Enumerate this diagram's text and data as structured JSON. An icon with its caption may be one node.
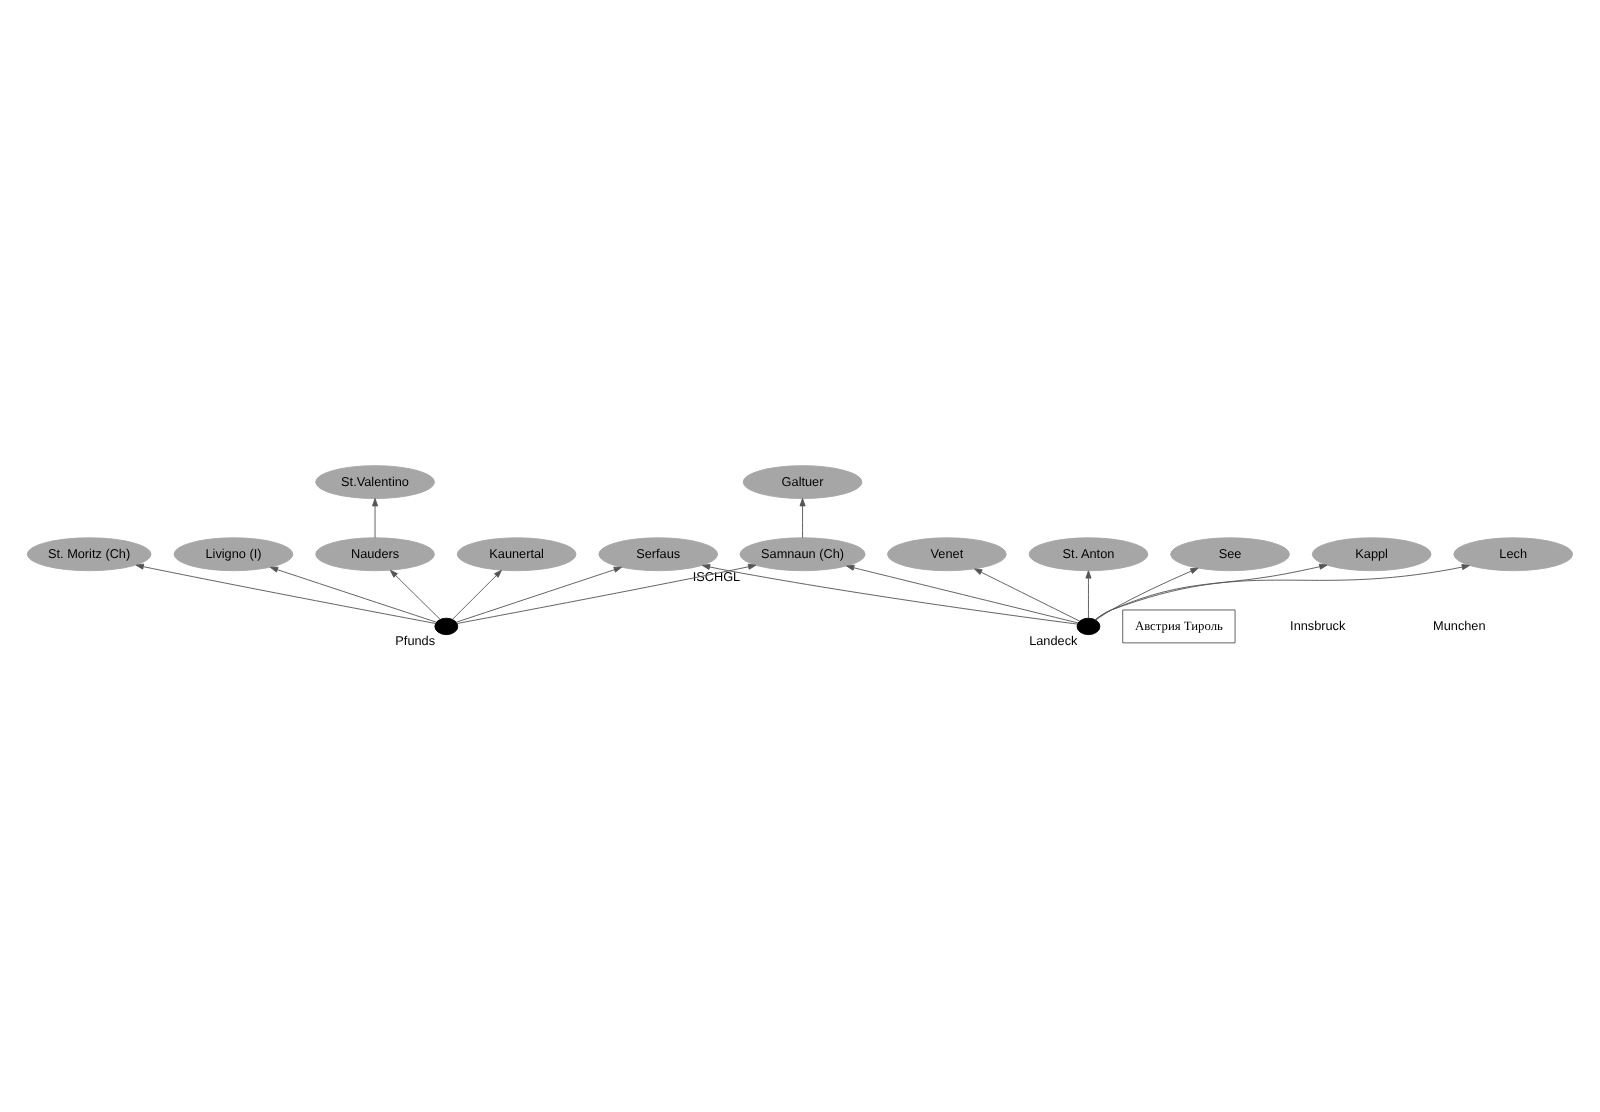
{
  "diagram": {
    "nodes": [
      {
        "text": [
          "Livigno (I)"
        ]
      },
      {
        "text": [
          "St. Moritz (Ch)"
        ]
      },
      {
        "text": [
          "Galtuer"
        ]
      },
      {
        "text": [
          "Samnaun (Ch)"
        ],
        "beside": [
          "ISCHGL"
        ]
      },
      {
        "text": [
          "St.Valentino"
        ]
      },
      {
        "text": [
          "Nauders"
        ]
      },
      {
        "text": [
          "See"
        ]
      },
      {
        "text": [
          "Kappl"
        ]
      },
      {
        "text": [
          "Pfunds"
        ]
      },
      {
        "text": [
          "Serfaus"
        ]
      },
      {
        "text": [
          "Kaunertal"
        ]
      },
      {
        "text": [
          "Lech"
        ]
      },
      {
        "text": [
          "Venet"
        ]
      },
      {
        "text": [
          "St. Anton"
        ]
      },
      {
        "text": [
          "Landeck"
        ]
      },
      {
        "text": [
          "Австрия Тироль"
        ]
      }
    ],
    "edges": [
      {
        "from": 8,
        "to": 0,
        "arrow": "to"
      },
      {
        "from": 8,
        "to": 1,
        "arrow": "to"
      },
      {
        "from": 8,
        "to": 3,
        "arrow": "to"
      },
      {
        "from": 8,
        "to": 5,
        "arrow": "to"
      },
      {
        "from": 5,
        "to": 4,
        "arrow": "to"
      },
      {
        "from": 8,
        "to": 10,
        "arrow": "to"
      },
      {
        "from": 8,
        "to": 9,
        "arrow": "to"
      },
      {
        "from": 3,
        "to": 2,
        "arrow": "to"
      },
      {
        "from": 14,
        "to": 3,
        "arrow": "to"
      },
      {
        "from": 14,
        "to": 6,
        "arrow": "to"
      },
      {
        "from": 14,
        "to": 7,
        "arrow": "to"
      },
      {
        "from": 14,
        "to": 11,
        "arrow": "to"
      },
      {
        "from": 14,
        "to": 13,
        "arrow": "to"
      },
      {
        "from": 14,
        "to": 9,
        "arrow": "to"
      },
      {
        "from": 14,
        "to": 12,
        "arrow": "to"
      }
    ],
    "labels": [
      "Innsbruck",
      "Munchen"
    ]
  }
}
